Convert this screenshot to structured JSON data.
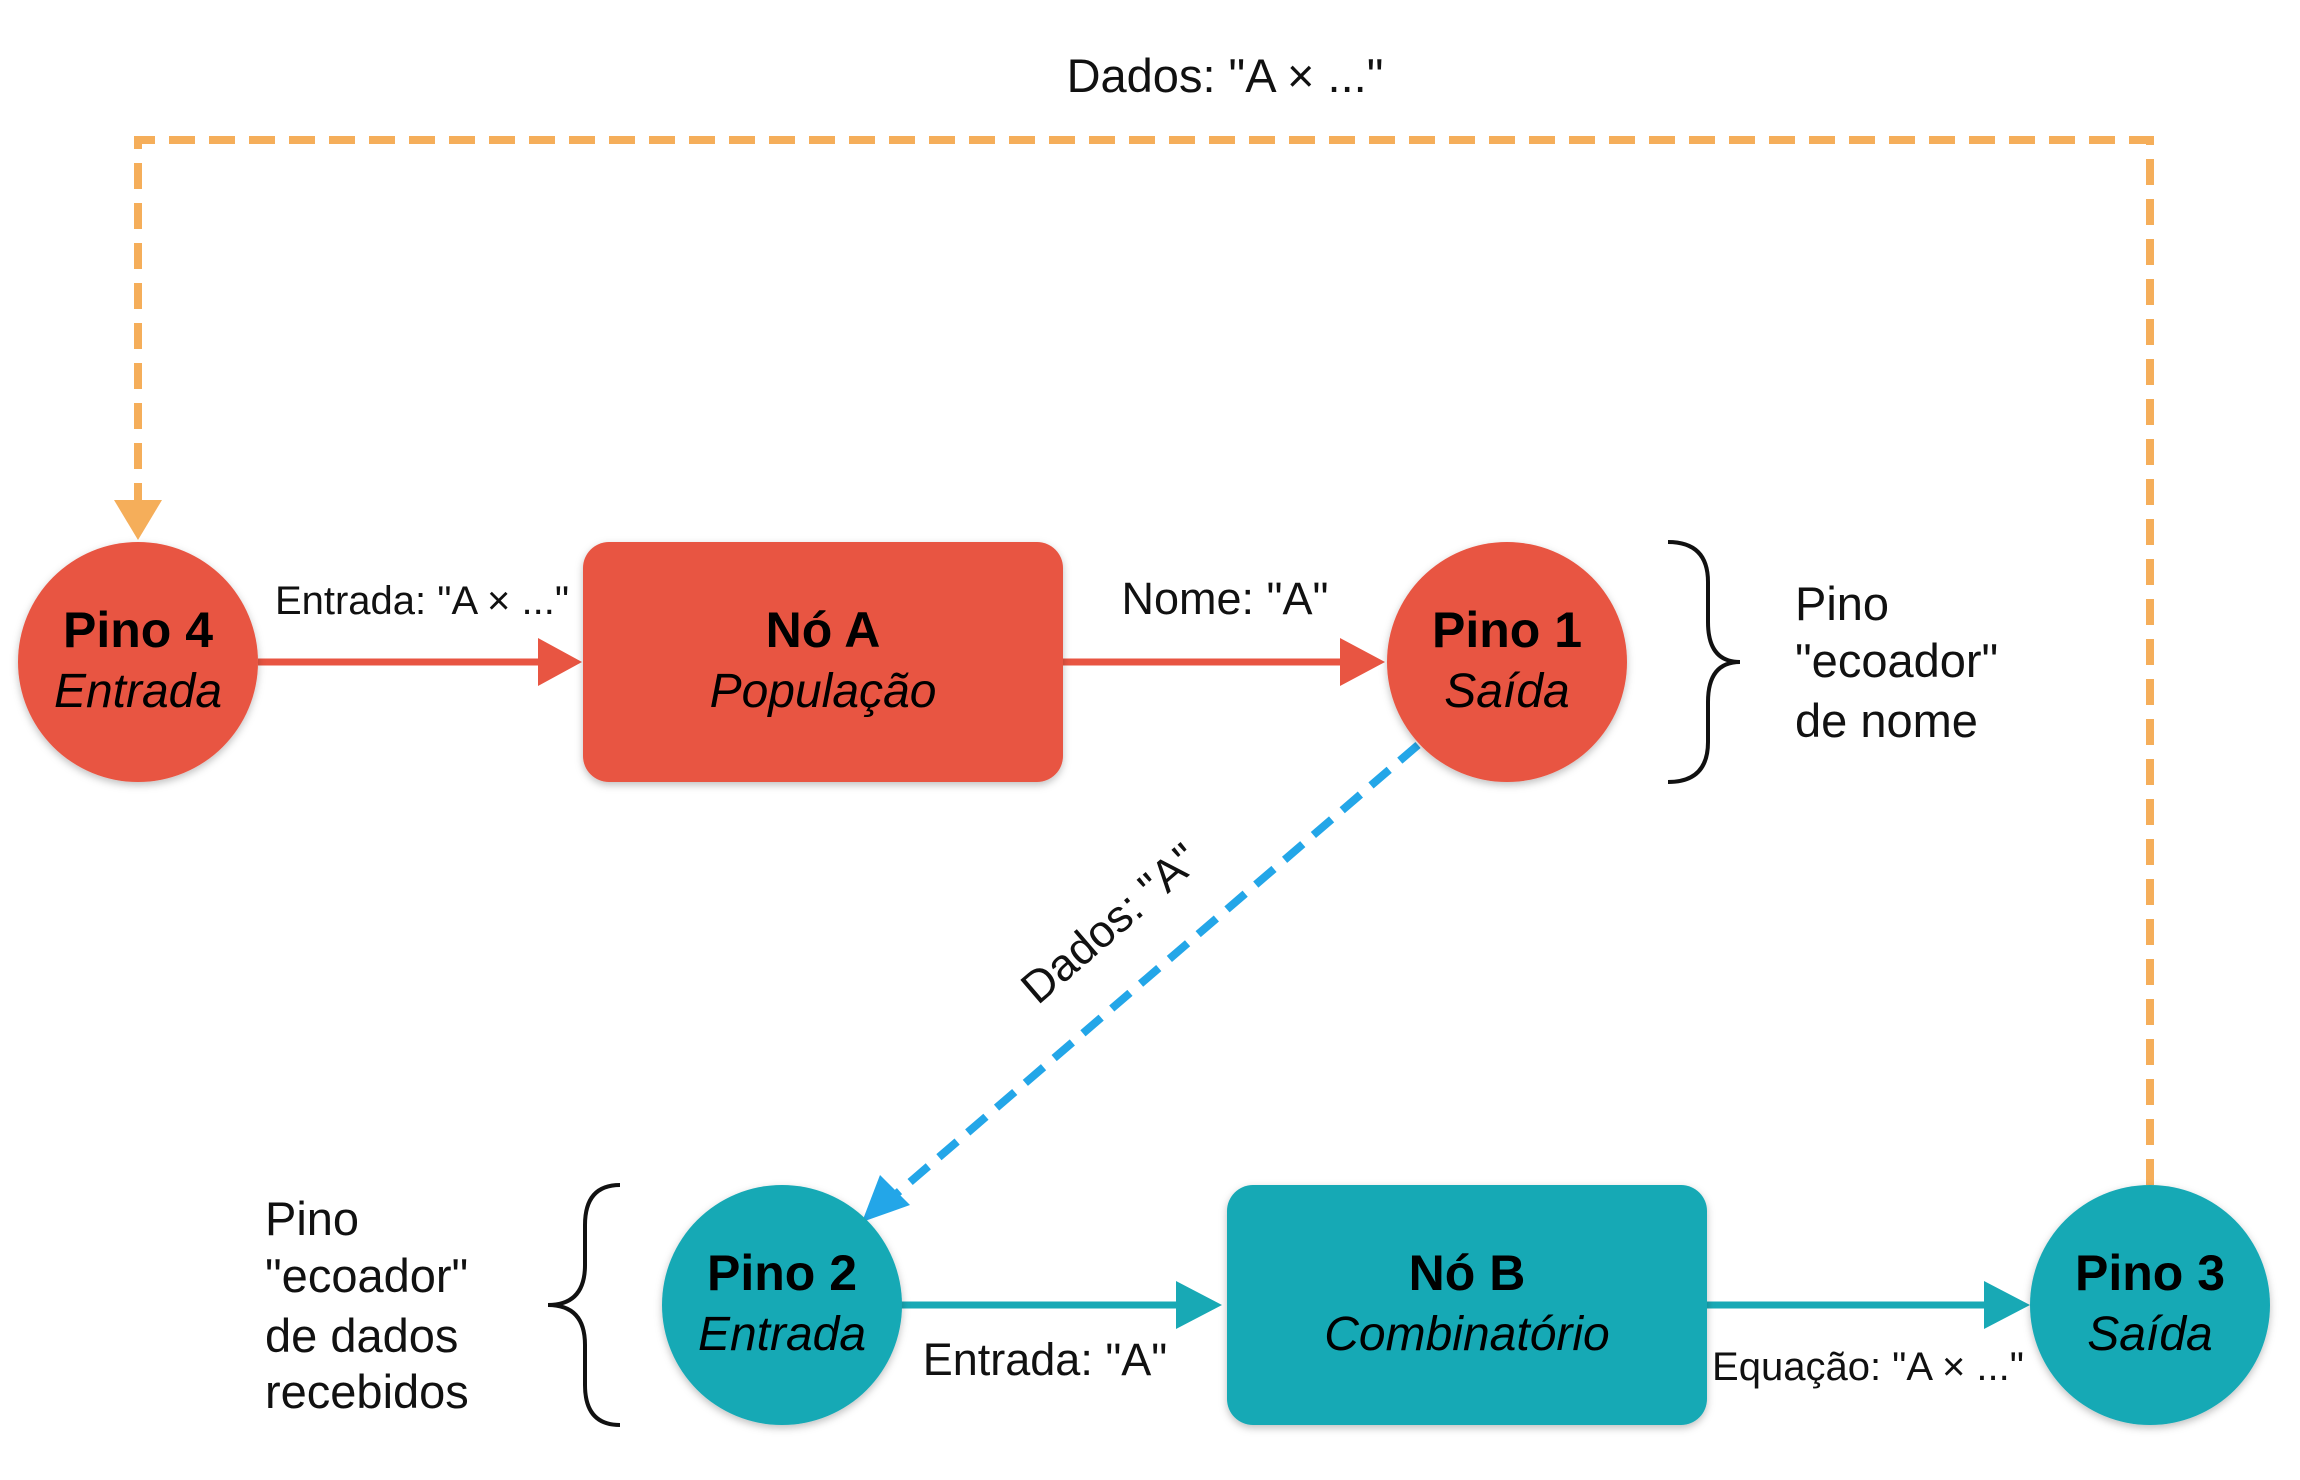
{
  "colors": {
    "red": "#E85542",
    "teal": "#18A9B5",
    "orange": "#F5AE5A",
    "blue": "#23A6E8",
    "text": "#111111"
  },
  "nodes": {
    "pin4": {
      "title": "Pino 4",
      "subtitle": "Entrada"
    },
    "nodeA": {
      "title": "Nó A",
      "subtitle": "População"
    },
    "pin1": {
      "title": "Pino 1",
      "subtitle": "Saída"
    },
    "pin2": {
      "title": "Pino 2",
      "subtitle": "Entrada"
    },
    "nodeB": {
      "title": "Nó B",
      "subtitle": "Combinatório"
    },
    "pin3": {
      "title": "Pino 3",
      "subtitle": "Saída"
    }
  },
  "edges": {
    "pin4_to_nodeA": "Entrada: \"A × ...\"",
    "nodeA_to_pin1": "Nome: \"A\"",
    "pin1_to_pin2": "Dados: \"A\"",
    "pin2_to_nodeB": "Entrada: \"A\"",
    "nodeB_to_pin3": "Equação: \"A × ...\"",
    "pin3_to_pin4": "Dados: \"A × ...\""
  },
  "annotations": {
    "name_echo": [
      "Pino",
      "\"ecoador\"",
      "de nome"
    ],
    "data_echo": [
      "Pino",
      "\"ecoador\"",
      "de dados",
      "recebidos"
    ]
  }
}
